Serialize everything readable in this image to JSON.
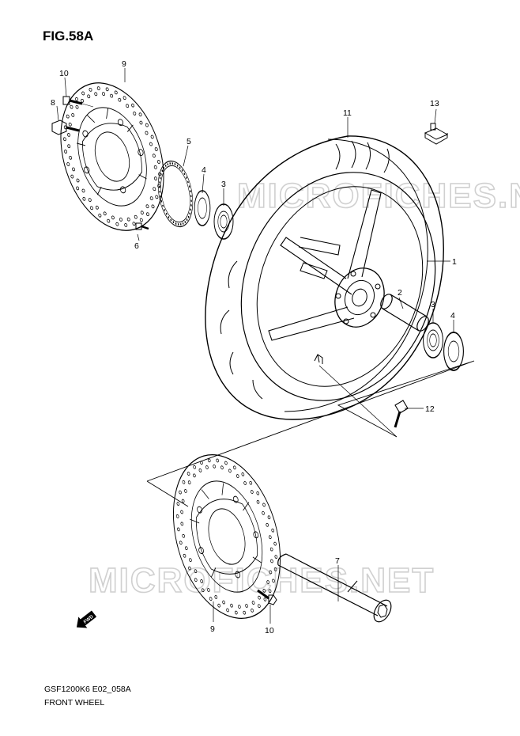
{
  "figure": {
    "title": "FIG.58A",
    "code": "GSF1200K6 E02_058A",
    "name": "FRONT WHEEL"
  },
  "watermark": "MICROFICHES.NET",
  "fwd_badge": "FWD",
  "callouts": [
    {
      "id": "c9-top",
      "label": "9"
    },
    {
      "id": "c10-top",
      "label": "10"
    },
    {
      "id": "c8",
      "label": "8"
    },
    {
      "id": "c5",
      "label": "5"
    },
    {
      "id": "c4-left",
      "label": "4"
    },
    {
      "id": "c3-left",
      "label": "3"
    },
    {
      "id": "c6",
      "label": "6"
    },
    {
      "id": "c11",
      "label": "11"
    },
    {
      "id": "c13",
      "label": "13"
    },
    {
      "id": "c1",
      "label": "1"
    },
    {
      "id": "c2",
      "label": "2"
    },
    {
      "id": "c3-right",
      "label": "3"
    },
    {
      "id": "c4-right",
      "label": "4"
    },
    {
      "id": "c12",
      "label": "12"
    },
    {
      "id": "c7",
      "label": "7"
    },
    {
      "id": "c9-bottom",
      "label": "9"
    },
    {
      "id": "c10-bottom",
      "label": "10"
    }
  ]
}
